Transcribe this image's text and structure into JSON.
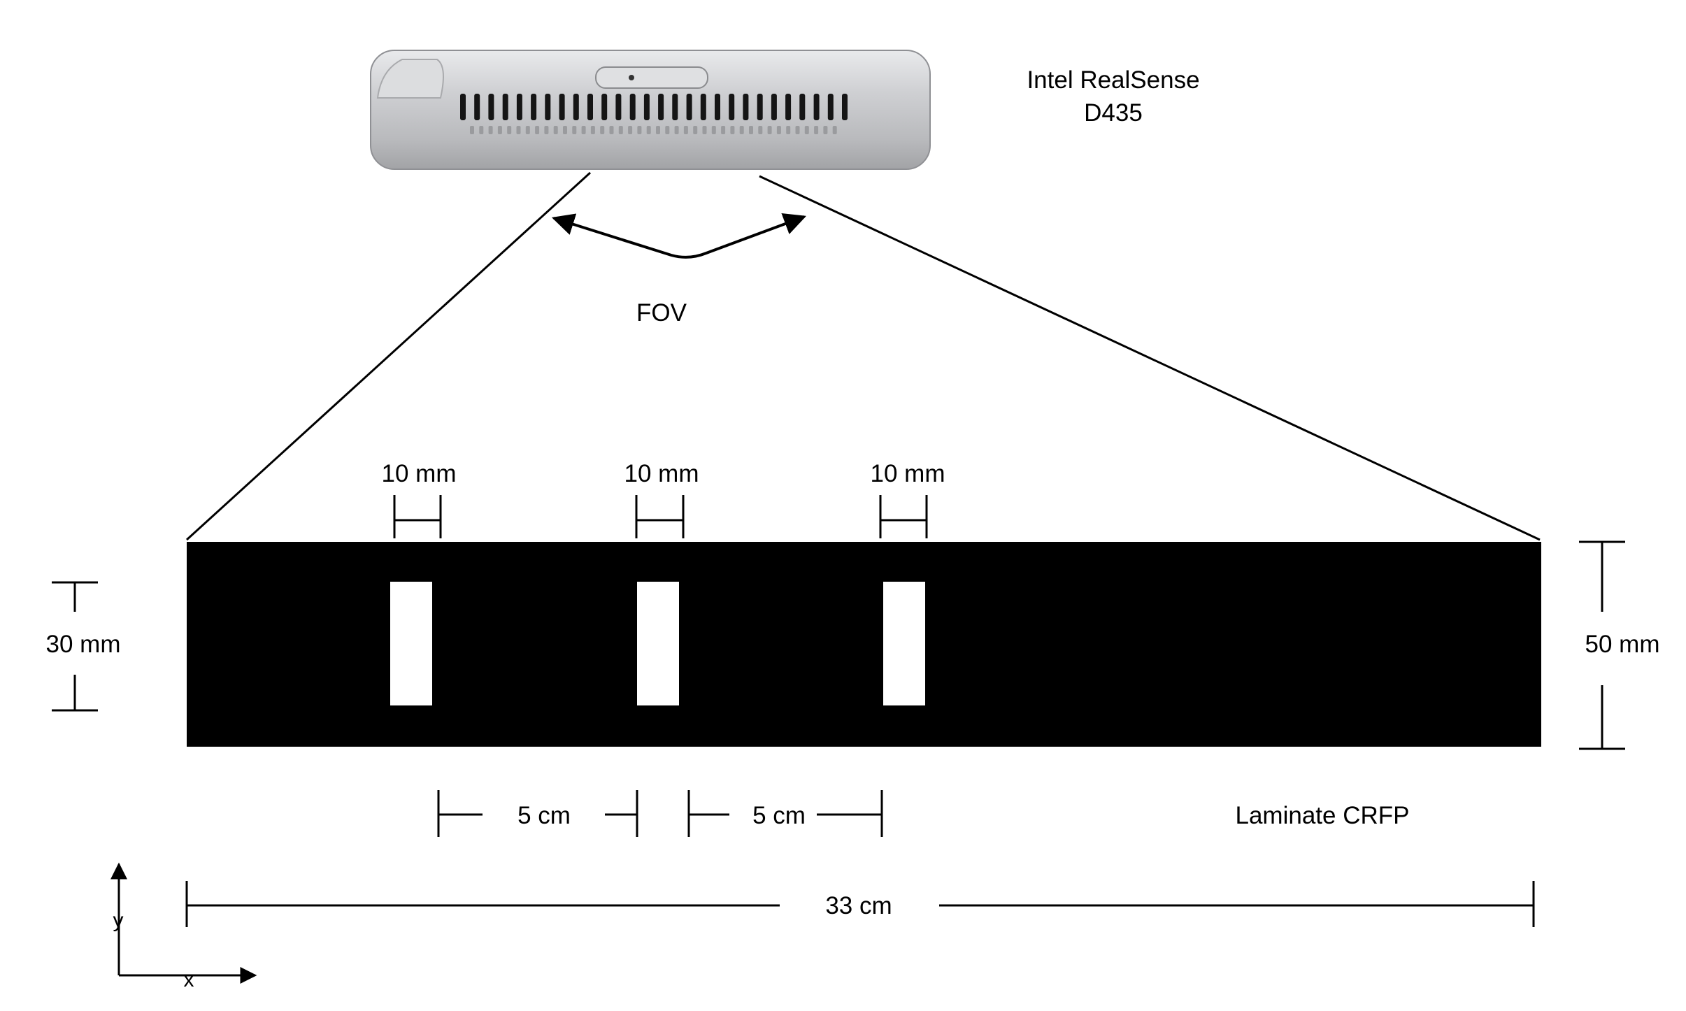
{
  "camera": {
    "name_line1": "Intel RealSense",
    "name_line2": "D435"
  },
  "fov_label": "FOV",
  "slot_width_labels": [
    "10 mm",
    "10 mm",
    "10 mm"
  ],
  "slot_height_label": "30 mm",
  "specimen_height_label": "50 mm",
  "spacing_labels": [
    "5 cm",
    "5 cm"
  ],
  "specimen_label": "Laminate CRFP",
  "total_length_label": "33 cm",
  "axes": {
    "y": "y",
    "x": "x"
  },
  "colors": {
    "specimen": "#000000",
    "slot": "#ffffff",
    "camera_body": "#c8c9cc",
    "camera_vent": "#151515"
  }
}
